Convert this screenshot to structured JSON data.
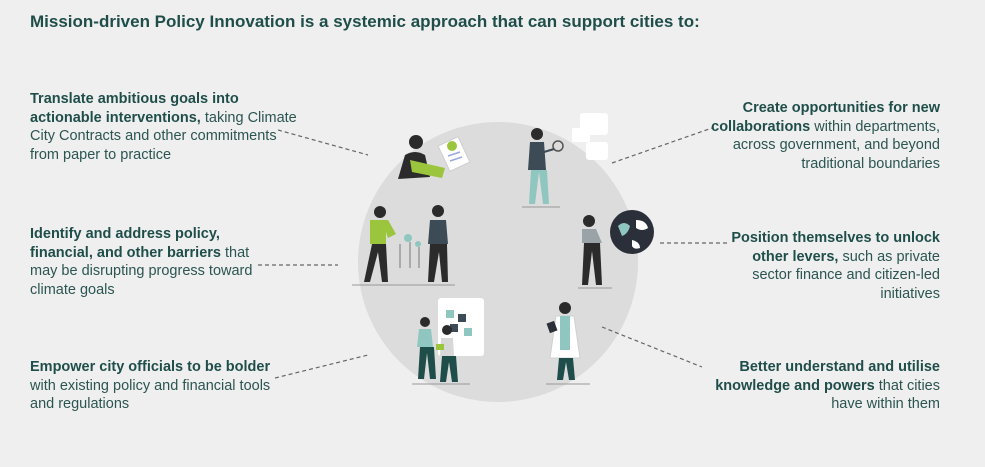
{
  "title": "Mission-driven Policy Innovation is a systemic approach that can support cities to:",
  "items": [
    {
      "bold": "Translate ambitious goals into actionable interventions,",
      "rest": " taking Climate City Contracts and other commitments from paper to practice"
    },
    {
      "bold": "Identify and address policy, financial, and other barriers",
      "rest": " that may be disrupting progress toward climate goals"
    },
    {
      "bold": "Empower city officials to be bolder",
      "rest": " with existing policy and financial tools and regulations"
    },
    {
      "bold": "Create opportunities for new collaborations",
      "rest": " within departments, across government, and beyond traditional boundaries"
    },
    {
      "bold": "Position themselves to unlock other levers,",
      "rest": " such as private sector finance and citizen-led initiatives"
    },
    {
      "bold": "Better understand and utilise knowledge and powers",
      "rest": " that cities have within them"
    }
  ],
  "colors": {
    "accent": "#9bc53d",
    "teal": "#1f4e4a",
    "circle": "#dcdcdc",
    "background": "#efefef"
  }
}
